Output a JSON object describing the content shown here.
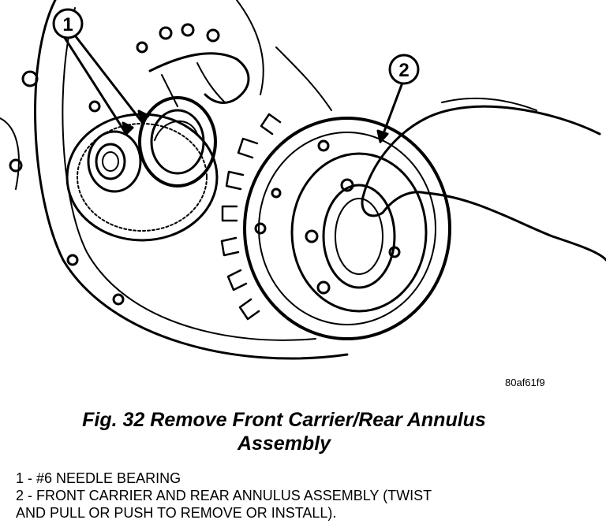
{
  "figure": {
    "callouts": [
      {
        "number": "1"
      },
      {
        "number": "2"
      }
    ],
    "drawing_code": "80af61f9",
    "caption_line1": "Fig. 32 Remove Front Carrier/Rear Annulus",
    "caption_line2": "Assembly",
    "legend": [
      "1 - #6 NEEDLE BEARING",
      "2 - FRONT CARRIER AND REAR ANNULUS ASSEMBLY (TWIST",
      "AND PULL OR PUSH TO REMOVE OR INSTALL)."
    ]
  }
}
